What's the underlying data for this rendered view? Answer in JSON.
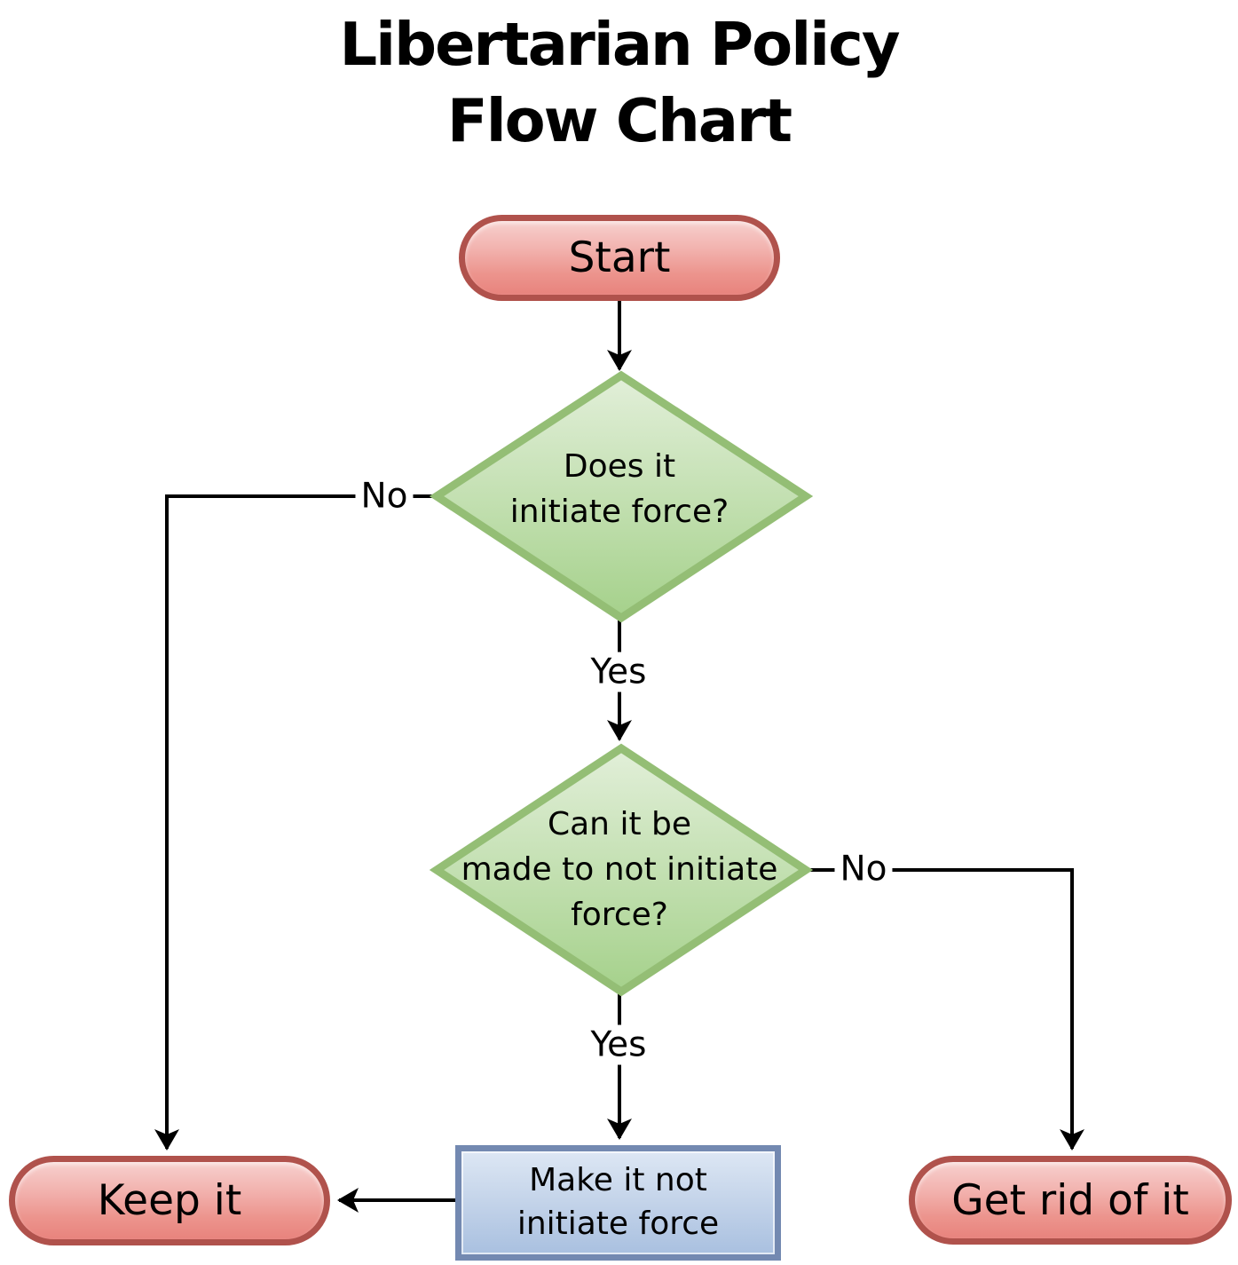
{
  "title": {
    "line1": "Libertarian Policy",
    "line2": "Flow Chart"
  },
  "nodes": {
    "start": {
      "label": "Start",
      "type": "terminal"
    },
    "decision1": {
      "lines": [
        "Does it",
        "initiate force?"
      ],
      "type": "decision"
    },
    "decision2": {
      "lines": [
        "Can it be",
        "made to not initiate",
        "force?"
      ],
      "type": "decision"
    },
    "process": {
      "lines": [
        "Make it not",
        "initiate force"
      ],
      "type": "process"
    },
    "keep": {
      "label": "Keep it",
      "type": "terminal"
    },
    "discard": {
      "label": "Get rid of it",
      "type": "terminal"
    }
  },
  "edge_labels": {
    "decision1_no": "No",
    "decision1_yes": "Yes",
    "decision2_no": "No",
    "decision2_yes": "Yes"
  },
  "colors": {
    "terminal_border": "#b0524c",
    "terminal_fill_top": "#f7d0ce",
    "terminal_fill_bottom": "#e8837d",
    "decision_border": "#94be75",
    "decision_fill_top": "#e0eed7",
    "decision_fill_bottom": "#a5d18b",
    "process_border": "#7389b1",
    "process_fill_top": "#dde7f4",
    "process_fill_bottom": "#a9c0e0",
    "connector": "#000000",
    "background": "#ffffff"
  }
}
